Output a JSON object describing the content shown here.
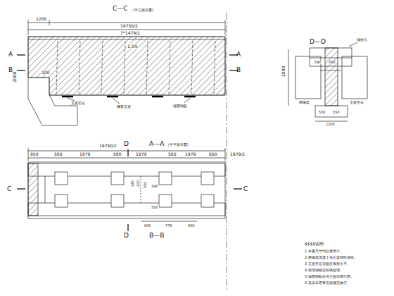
{
  "diagram": {
    "labels": [
      "C—C",
      "(半立面布置)",
      "1200",
      "19750/2",
      "7*1479/2",
      "A",
      "A",
      "B",
      "B",
      "2000",
      "1.5%",
      "100",
      "支座垫石",
      "橡胶支座",
      "锚固钢筋",
      "D—D",
      "锚栓孔",
      "540",
      "540",
      "2000",
      "550",
      "550",
      "1100",
      "横隔梁",
      "支座垫石",
      "D",
      "A—A",
      "(半平面布置)",
      "950",
      "500",
      "1979",
      "500",
      "1979",
      "500",
      "1979",
      "600",
      "1979/2",
      "19750/2",
      "C",
      "C",
      "500",
      "340",
      "380",
      "200",
      "500",
      "D",
      "B—B",
      "600",
      "779",
      "600",
      "$$$$说明",
      "1.本图尺寸均以毫米计。",
      "2.横隔梁混凝土与主梁同时浇筑。",
      "3.支座垫石顶面应保持水平。",
      "4.预埋钢板应防锈处理。",
      "5.锚固钢筋应与主筋焊接牢固。",
      "6.其余未尽事宜按规范执行。"
    ]
  }
}
